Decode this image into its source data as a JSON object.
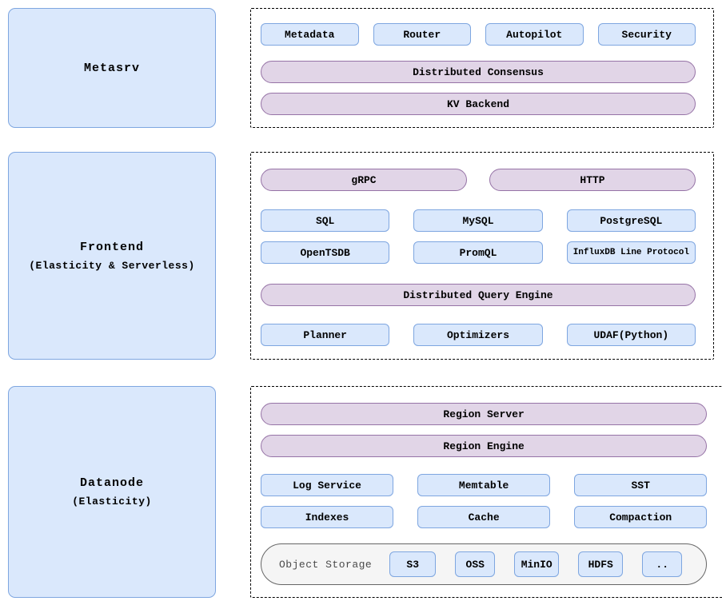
{
  "colors": {
    "node_fill": "#dae8fc",
    "node_border": "#7ea6e0",
    "pill_fill": "#e1d5e7",
    "pill_border": "#9673a6",
    "storage_fill": "#f5f5f5",
    "storage_border": "#666666",
    "container_border": "#000000",
    "background": "#ffffff"
  },
  "metasrv": {
    "title": "Metasrv",
    "components": [
      "Metadata",
      "Router",
      "Autopilot",
      "Security"
    ],
    "pills": [
      "Distributed Consensus",
      "KV Backend"
    ]
  },
  "frontend": {
    "title": "Frontend",
    "subtitle": "(Elasticity & Serverless)",
    "entry_pills": [
      "gRPC",
      "HTTP"
    ],
    "protocols_row1": [
      "SQL",
      "MySQL",
      "PostgreSQL"
    ],
    "protocols_row2": [
      "OpenTSDB",
      "PromQL",
      "InfluxDB Line Protocol"
    ],
    "engine_pill": "Distributed Query Engine",
    "engine_row": [
      "Planner",
      "Optimizers",
      "UDAF(Python)"
    ]
  },
  "datanode": {
    "title": "Datanode",
    "subtitle": "(Elasticity)",
    "pills": [
      "Region Server",
      "Region Engine"
    ],
    "engine_row1": [
      "Log Service",
      "Memtable",
      "SST"
    ],
    "engine_row2": [
      "Indexes",
      "Cache",
      "Compaction"
    ],
    "object_storage": {
      "label": "Object Storage",
      "backends": [
        "S3",
        "OSS",
        "MinIO",
        "HDFS",
        ".."
      ]
    }
  }
}
